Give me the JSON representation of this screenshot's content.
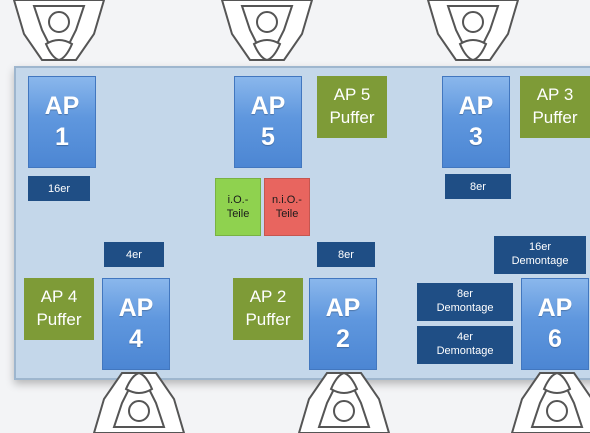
{
  "colors": {
    "station_blue": "#5f97de",
    "buffer_green": "#7e9b37",
    "tag_navy": "#1f4e85",
    "io_green": "#8fd24f",
    "nio_red": "#e8655f",
    "board": "#c4d7ea"
  },
  "icons": {
    "robot": "robot-gripper-icon"
  },
  "stations": [
    {
      "label": "AP",
      "number": "1"
    },
    {
      "label": "AP",
      "number": "5"
    },
    {
      "label": "AP",
      "number": "3"
    },
    {
      "label": "AP",
      "number": "4"
    },
    {
      "label": "AP",
      "number": "2"
    },
    {
      "label": "AP",
      "number": "6"
    }
  ],
  "buffers": [
    {
      "line1": "AP 5",
      "line2": "Puffer"
    },
    {
      "line1": "AP 3",
      "line2": "Puffer"
    },
    {
      "line1": "AP 4",
      "line2": "Puffer"
    },
    {
      "line1": "AP 2",
      "line2": "Puffer"
    }
  ],
  "tags": {
    "t16er": "16er",
    "t8er_top": "8er",
    "t4er": "4er",
    "t8er_mid": "8er",
    "t16er_dem": {
      "line1": "16er",
      "line2": "Demontage"
    },
    "t8er_dem": {
      "line1": "8er",
      "line2": "Demontage"
    },
    "t4er_dem": {
      "line1": "4er",
      "line2": "Demontage"
    }
  },
  "bins": {
    "io": {
      "line1": "i.O.-",
      "line2": "Teile"
    },
    "nio": {
      "line1": "n.i.O.-",
      "line2": "Teile"
    }
  }
}
